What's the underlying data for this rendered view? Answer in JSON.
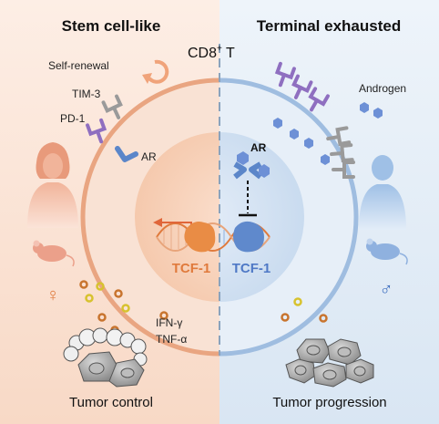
{
  "panels": {
    "left": {
      "title": "Stem cell-like",
      "bottom_label": "Tumor control",
      "bg": "#fbe5d8"
    },
    "right": {
      "title": "Terminal exhausted",
      "bottom_label": "Tumor progression",
      "bg": "#e4eef7"
    }
  },
  "cell": {
    "label_main": "CD8",
    "label_sup": "+",
    "label_tail": " T"
  },
  "labels": {
    "self_renewal": "Self-renewal",
    "tim3": "TIM-3",
    "pd1": "PD-1",
    "ar_left": "AR",
    "ar_right": "AR",
    "androgen": "Androgen",
    "tcf1_left": "TCF-1",
    "tcf1_right": "TCF-1",
    "ifn": "IFN-γ",
    "tnf": "TNF-α"
  },
  "symbols": {
    "female": "♀",
    "male": "♂"
  },
  "colors": {
    "orange": "#e07a3c",
    "blue": "#4f79c6",
    "purple": "#8f6fc0",
    "gray_receptor": "#9a9a9a",
    "ar_blue": "#5b86c9"
  },
  "icons": [
    "self-renewal-arrow-icon",
    "tim3-receptor-icon",
    "pd1-receptor-icon",
    "androgen-receptor-icon",
    "dna-helix-icon",
    "tcf1-protein-icon",
    "inhibition-icon",
    "woman-silhouette-icon",
    "man-silhouette-icon",
    "female-mouse-icon",
    "male-mouse-icon",
    "tumor-cells-icon"
  ]
}
